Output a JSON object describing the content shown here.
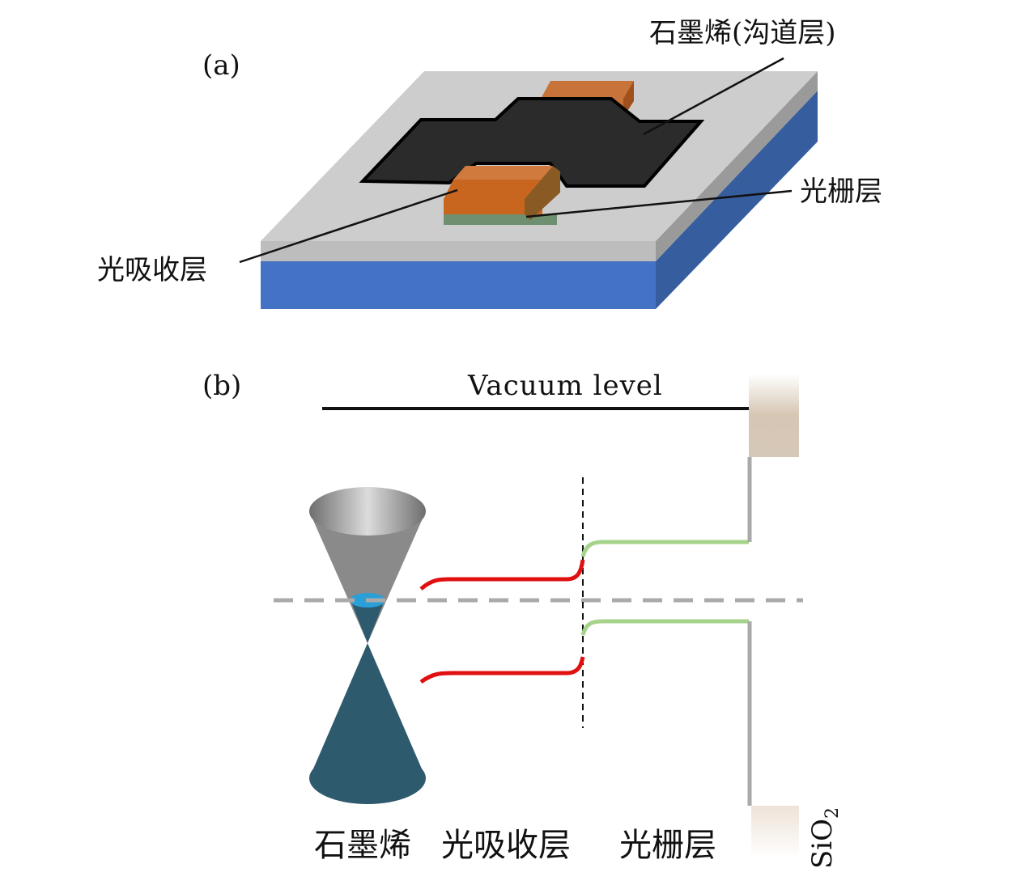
{
  "panel_a": {
    "label": "(a)",
    "graphene_label": "石墨烯(沟道层)",
    "grating_label": "光栅层",
    "absorber_label": "光吸收层"
  },
  "panel_b": {
    "label": "(b)",
    "vacuum_label": "Vacuum level",
    "graphene_label": "石墨烯",
    "absorber_label": "光吸收层",
    "grating_label": "光栅层",
    "sio2_label": "SiO",
    "sio2_sub": "2"
  },
  "colors": {
    "substrate_top": "#c8c8c8",
    "substrate_blue": "#4472c4",
    "graphene": "#2b2b2b",
    "pad": "#c8733a",
    "red_band": "#e01010",
    "green_band": "#a6d38a",
    "cone_lower": "#2e5a6e"
  }
}
